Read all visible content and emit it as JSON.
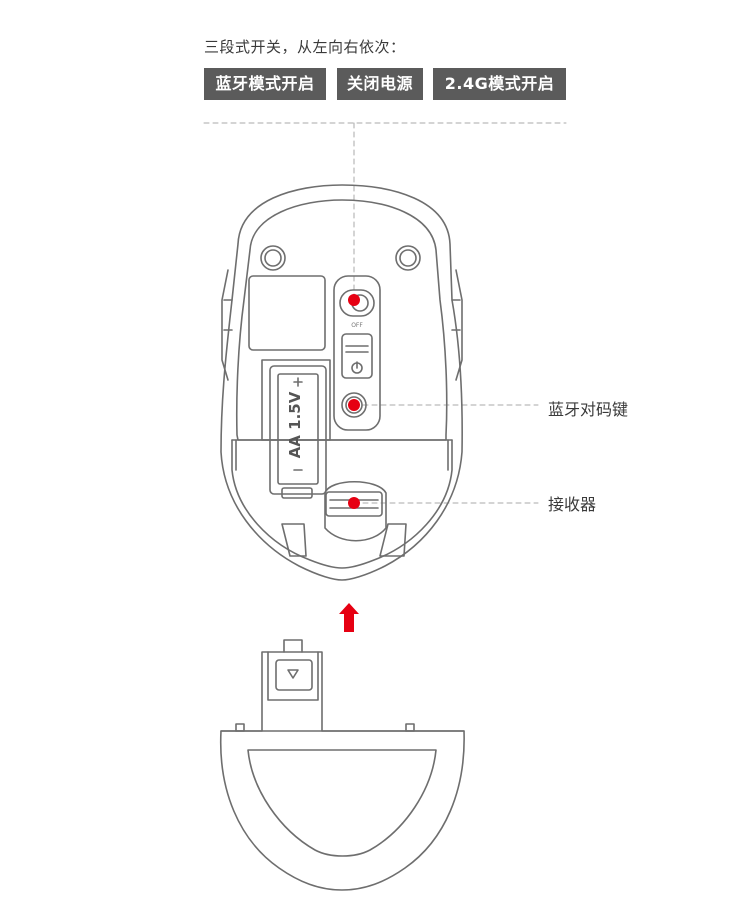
{
  "header": {
    "intro": "三段式开关，从左向右依次：",
    "modes": [
      {
        "label": "蓝牙模式开启"
      },
      {
        "label": "关闭电源"
      },
      {
        "label": "2.4G模式开启"
      }
    ]
  },
  "callouts": {
    "pairing_button": "蓝牙对码键",
    "receiver": "接收器"
  },
  "mouse_markings": {
    "battery_text": "AA 1.5V",
    "switch_text": "OFF"
  },
  "colors": {
    "badge_bg": "#5b5b5b",
    "line": "#6e6e6e",
    "marker": "#e60012",
    "guide": "#aaaaaa"
  },
  "icons": {
    "arrow": "arrow-up-icon",
    "bluetooth": "bluetooth-icon",
    "power": "power-icon",
    "eject": "eject-triangle-icon"
  }
}
